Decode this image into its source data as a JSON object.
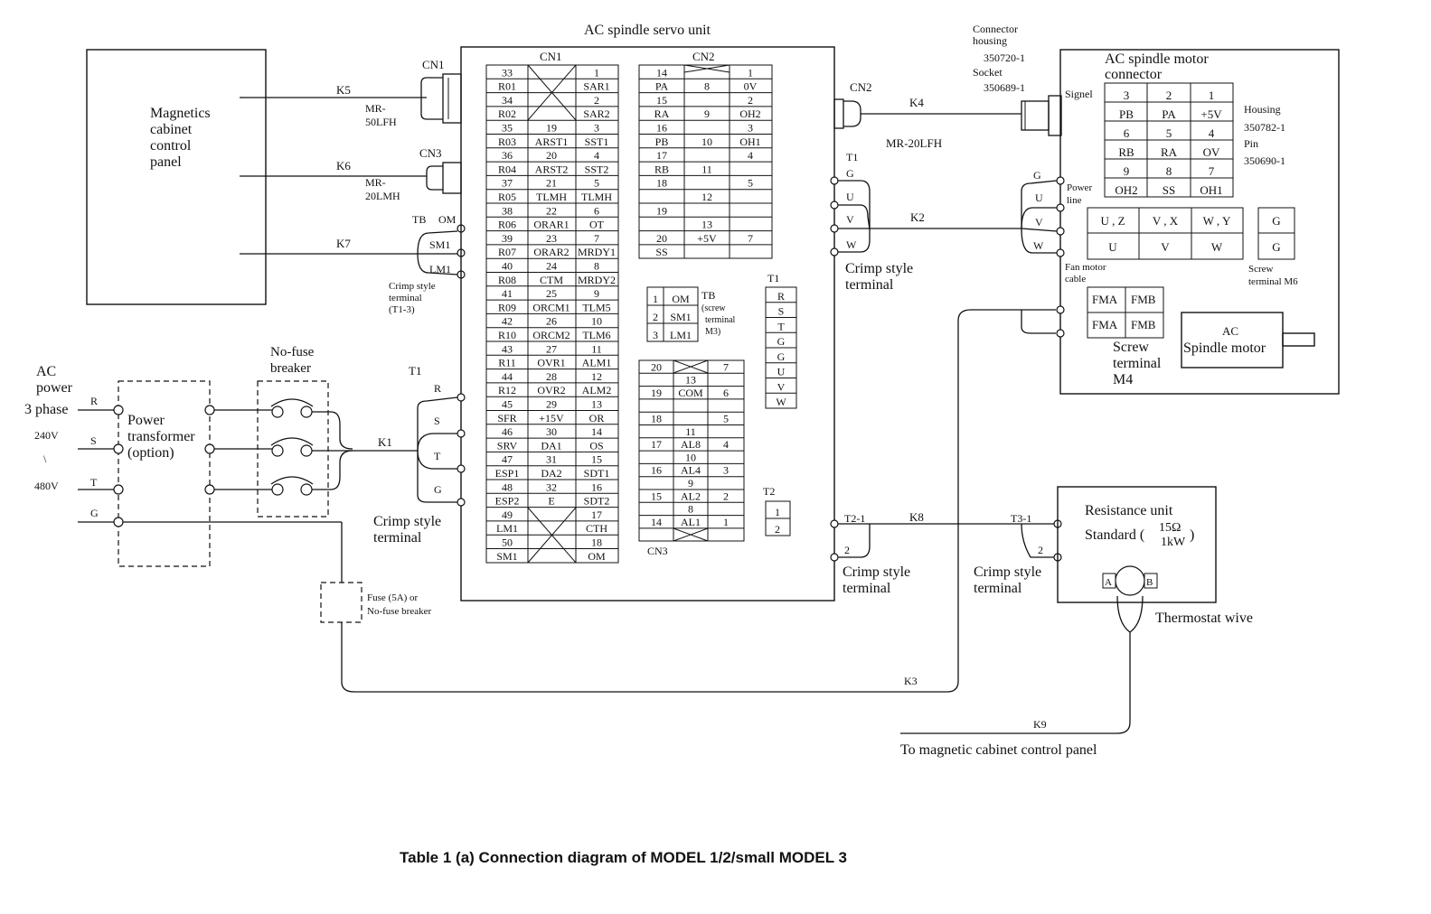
{
  "caption": "Table 1 (a)   Connection diagram of MODEL 1/2/small MODEL 3",
  "servo_unit": {
    "title": "AC spindle servo unit"
  },
  "magnetics": {
    "line1": "Magnetics",
    "line2": "cabinet",
    "line3": "control",
    "line4": "panel"
  },
  "cables": {
    "k1": "K1",
    "k2": "K2",
    "k3": "K3",
    "k4": "K4",
    "k5": "K5",
    "k6": "K6",
    "k7": "K7",
    "k8": "K8",
    "k9": "K9"
  },
  "connectors": {
    "cn1": "CN1",
    "cn2": "CN2",
    "cn3": "CN3",
    "mr50_1": "MR-",
    "mr50_2": "50LFH",
    "mr20lmh_1": "MR-",
    "mr20lmh_2": "20LMH",
    "mr20lfh": "MR-20LFH",
    "tb": "TB",
    "om": "OM",
    "sm1": "SM1",
    "lm1": "LM1",
    "crimp_t13_1": "Crimp style",
    "crimp_t13_2": "terminal",
    "crimp_t13_3": "(T1-3)"
  },
  "power": {
    "ac": "AC",
    "power": "power",
    "phase": "3 phase",
    "v240": "240V",
    "tilde": "\\",
    "v480": "480V",
    "r": "R",
    "s": "S",
    "t": "T",
    "g": "G",
    "transformer_1": "Power",
    "transformer_2": "transformer",
    "transformer_3": "(option)",
    "nfb_1": "No-fuse",
    "nfb_2": "breaker",
    "t1": "T1",
    "t1_r": "R",
    "t1_s": "S",
    "t1_t": "T",
    "t1_g": "G",
    "crimp_1": "Crimp style",
    "crimp_2": "terminal",
    "fuse_1": "Fuse (5A) or",
    "fuse_2": "No-fuse breaker"
  },
  "cn1_table": {
    "header": "CN1",
    "rows": [
      [
        "33",
        "",
        "1"
      ],
      [
        "R01",
        "",
        "SAR1"
      ],
      [
        "34",
        "",
        "2"
      ],
      [
        "R02",
        "",
        "SAR2"
      ],
      [
        "35",
        "19",
        "3"
      ],
      [
        "R03",
        "ARST1",
        "SST1"
      ],
      [
        "36",
        "20",
        "4"
      ],
      [
        "R04",
        "ARST2",
        "SST2"
      ],
      [
        "37",
        "21",
        "5"
      ],
      [
        "R05",
        "TLMH",
        "TLMH"
      ],
      [
        "38",
        "22",
        "6"
      ],
      [
        "R06",
        "ORAR1",
        "OT"
      ],
      [
        "39",
        "23",
        "7"
      ],
      [
        "R07",
        "ORAR2",
        "MRDY1"
      ],
      [
        "40",
        "24",
        "8"
      ],
      [
        "R08",
        "CTM",
        "MRDY2"
      ],
      [
        "41",
        "25",
        "9"
      ],
      [
        "R09",
        "ORCM1",
        "TLM5"
      ],
      [
        "42",
        "26",
        "10"
      ],
      [
        "R10",
        "ORCM2",
        "TLM6"
      ],
      [
        "43",
        "27",
        "11"
      ],
      [
        "R11",
        "OVR1",
        "ALM1"
      ],
      [
        "44",
        "28",
        "12"
      ],
      [
        "R12",
        "OVR2",
        "ALM2"
      ],
      [
        "45",
        "29",
        "13"
      ],
      [
        "SFR",
        "+15V",
        "OR"
      ],
      [
        "46",
        "30",
        "14"
      ],
      [
        "SRV",
        "DA1",
        "OS"
      ],
      [
        "47",
        "31",
        "15"
      ],
      [
        "ESP1",
        "DA2",
        "SDT1"
      ],
      [
        "48",
        "32",
        "16"
      ],
      [
        "ESP2",
        "E",
        "SDT2"
      ],
      [
        "49",
        "",
        "17"
      ],
      [
        "LM1",
        "",
        "CTH"
      ],
      [
        "50",
        "",
        "18"
      ],
      [
        "SM1",
        "",
        "OM"
      ]
    ]
  },
  "cn2_table": {
    "header": "CN2",
    "rows": [
      [
        "14",
        "",
        "1"
      ],
      [
        "PA",
        "8",
        "0V"
      ],
      [
        "15",
        "",
        "2"
      ],
      [
        "RA",
        "9",
        "OH2"
      ],
      [
        "16",
        "",
        "3"
      ],
      [
        "PB",
        "10",
        "OH1"
      ],
      [
        "17",
        "",
        "4"
      ],
      [
        "RB",
        "11",
        ""
      ],
      [
        "18",
        "",
        "5"
      ],
      [
        "",
        "12",
        ""
      ],
      [
        "19",
        "",
        ""
      ],
      [
        "",
        "13",
        ""
      ],
      [
        "20",
        "+5V",
        "7"
      ],
      [
        "SS",
        "",
        ""
      ]
    ]
  },
  "tb_table": {
    "rows": [
      [
        "1",
        "OM"
      ],
      [
        "2",
        "SM1"
      ],
      [
        "3",
        "LM1"
      ]
    ],
    "label_1": "TB",
    "label_2": "(screw",
    "label_3": "terminal",
    "label_4": "M3)"
  },
  "t1_table": {
    "title": "T1",
    "rows": [
      "R",
      "S",
      "T",
      "G",
      "G",
      "U",
      "V",
      "W"
    ]
  },
  "t2_table": {
    "title": "T2",
    "rows": [
      "1",
      "2"
    ]
  },
  "cn3_table": {
    "footer": "CN3",
    "rows": [
      [
        "20",
        "",
        "7"
      ],
      [
        "",
        "13",
        ""
      ],
      [
        "19",
        "COM",
        "6"
      ],
      [
        "",
        "",
        ""
      ],
      [
        "18",
        "",
        "5"
      ],
      [
        "",
        "11",
        ""
      ],
      [
        "17",
        "AL8",
        "4"
      ],
      [
        "",
        "10",
        ""
      ],
      [
        "16",
        "AL4",
        "3"
      ],
      [
        "",
        "9",
        ""
      ],
      [
        "15",
        "AL2",
        "2"
      ],
      [
        "",
        "8",
        ""
      ],
      [
        "14",
        "AL1",
        "1"
      ],
      [
        "",
        "",
        ""
      ]
    ]
  },
  "right_side": {
    "cn2": "CN2",
    "t1": "T1",
    "g": "G",
    "u": "U",
    "v": "V",
    "w": "W",
    "crimp_1": "Crimp style",
    "crimp_2": "terminal",
    "t2_1": "T2-1",
    "t2_2": "2",
    "crimp2_1": "Crimp style",
    "crimp2_2": "terminal",
    "t3_1": "T3-1",
    "t3_2": "2",
    "crimp3_1": "Crimp style",
    "crimp3_2": "terminal"
  },
  "motor_connector": {
    "conn_housing_1": "Connector",
    "conn_housing_2": "housing",
    "conn_housing_3": "350720-1",
    "socket_1": "Socket",
    "socket_2": "350689-1",
    "title_1": "AC spindle motor",
    "title_2": "connector",
    "signal": "Signel",
    "grid": [
      [
        "3",
        "2",
        "1"
      ],
      [
        "PB",
        "PA",
        "+5V"
      ],
      [
        "6",
        "5",
        "4"
      ],
      [
        "RB",
        "RA",
        "OV"
      ],
      [
        "9",
        "8",
        "7"
      ],
      [
        "OH2",
        "SS",
        "OH1"
      ]
    ],
    "housing_1": "Housing",
    "housing_2": "350782-1",
    "pin_1": "Pin",
    "pin_2": "350690-1",
    "power_line_1": "Power",
    "power_line_2": "line",
    "pl_g": "G",
    "pl_u": "U",
    "pl_v": "V",
    "pl_w": "W",
    "uvw_top": [
      "U , Z",
      "V , X",
      "W , Y",
      "G"
    ],
    "uvw_bot": [
      "U",
      "V",
      "W",
      "G"
    ],
    "fan_1": "Fan motor",
    "fan_2": "cable",
    "screw_m6_1": "Screw",
    "screw_m6_2": "terminal M6",
    "fma1": "FMA",
    "fmb1": "FMB",
    "fma2": "FMA",
    "fmb2": "FMB",
    "screw_m4_1": "Screw",
    "screw_m4_2": "terminal",
    "screw_m4_3": "M4",
    "motor_1": "AC",
    "motor_2": "Spindle motor"
  },
  "resistance": {
    "title": "Resistance unit",
    "standard": "Standard (",
    "ohm": "15Ω",
    "kw": "1kW",
    "close": ")",
    "a": "A",
    "b": "B",
    "thermostat": "Thermostat wive"
  },
  "bottom": {
    "to_panel": "To magnetic cabinet control panel"
  }
}
